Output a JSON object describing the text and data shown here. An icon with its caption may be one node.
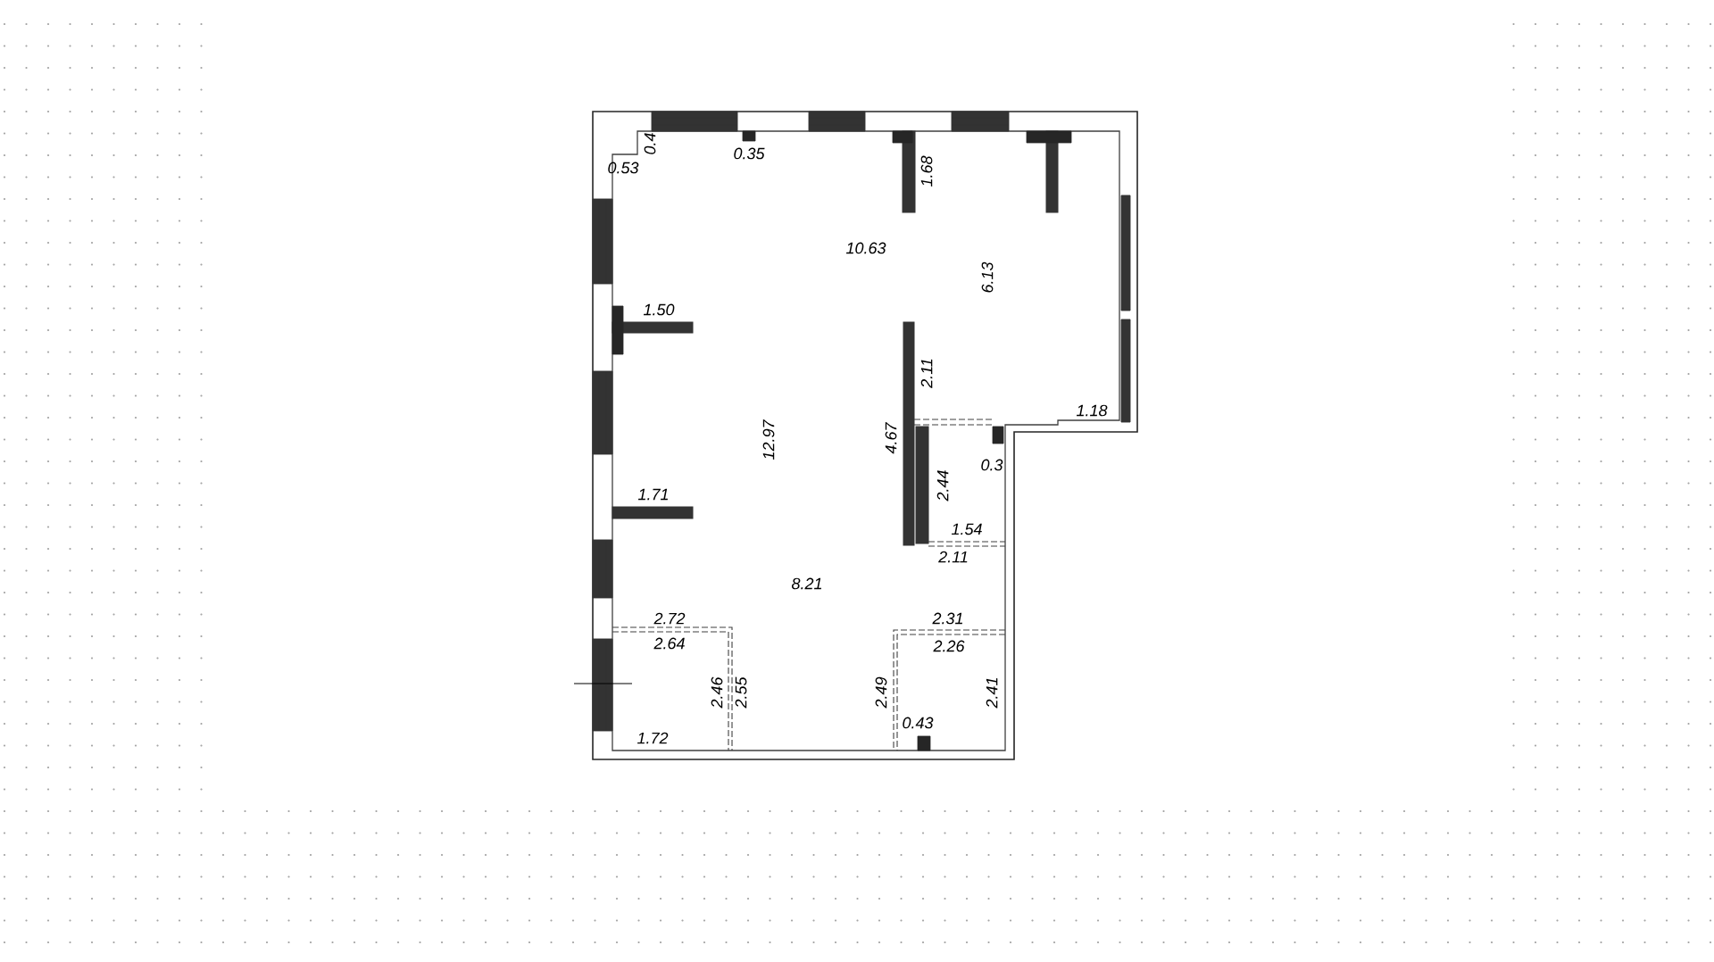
{
  "diagram": {
    "labels": [
      "0.4",
      "0.35",
      "0.53",
      "1.68",
      "10.63",
      "6.13",
      "1.50",
      "2.11",
      "1.18",
      "12.97",
      "4.67",
      "0.3",
      "2.44",
      "1.71",
      "1.54",
      "2.11",
      "8.21",
      "2.72",
      "2.31",
      "2.64",
      "2.26",
      "2.46",
      "2.55",
      "2.49",
      "2.41",
      "0.43",
      "1.72"
    ]
  }
}
